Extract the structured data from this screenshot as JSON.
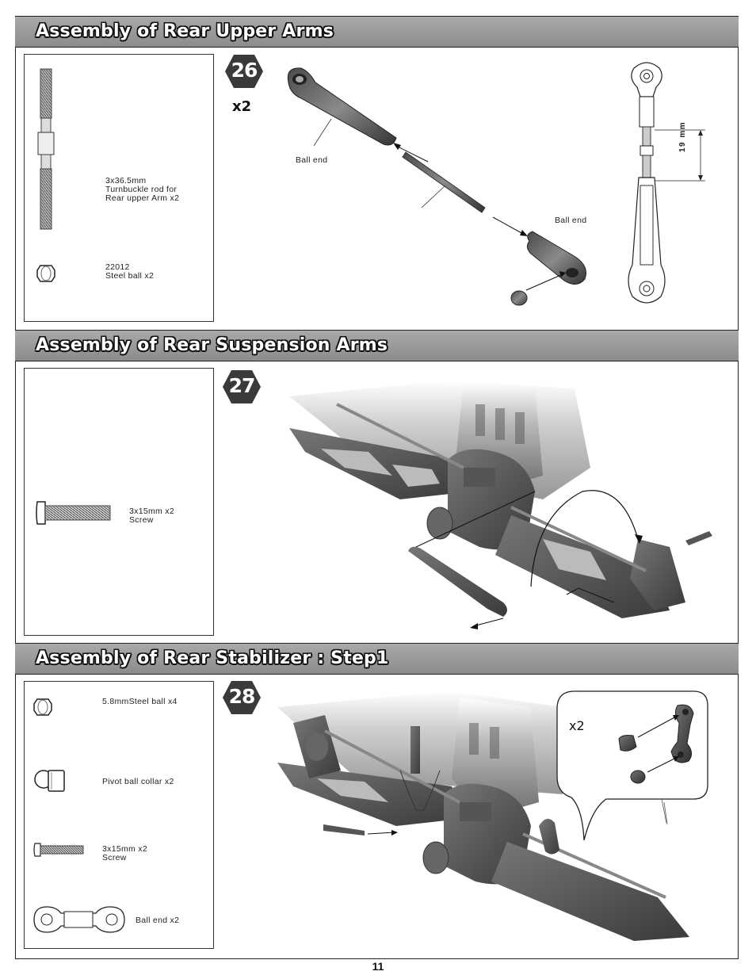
{
  "sections": [
    {
      "title": "Assembly of Rear Upper Arms",
      "step": "26",
      "quantity": "x2",
      "parts": [
        {
          "label": "3x36.5mm\nTurnbuckle rod for\nRear upper Arm x2",
          "icon": "turnbuckle-rod-icon"
        },
        {
          "label": "22012\nSteel ball x2",
          "icon": "steel-ball-icon"
        }
      ],
      "callouts": [
        "Ball end",
        "Ball end"
      ],
      "dimension": "19 mm"
    },
    {
      "title": "Assembly of Rear Suspension Arms",
      "step": "27",
      "parts": [
        {
          "label": "3x15mm x2\nScrew",
          "icon": "screw-icon"
        }
      ]
    },
    {
      "title": "Assembly of Rear Stabilizer : Step1",
      "step": "28",
      "quantity": "x2",
      "parts": [
        {
          "label": "5.8mmSteel ball x4",
          "icon": "steel-ball-icon"
        },
        {
          "label": "Pivot ball collar x2",
          "icon": "pivot-ball-collar-icon"
        },
        {
          "label": "3x15mm x2\nScrew",
          "icon": "screw-icon"
        },
        {
          "label": "Ball end x2",
          "icon": "ball-end-icon"
        }
      ]
    }
  ],
  "page_number": "11"
}
